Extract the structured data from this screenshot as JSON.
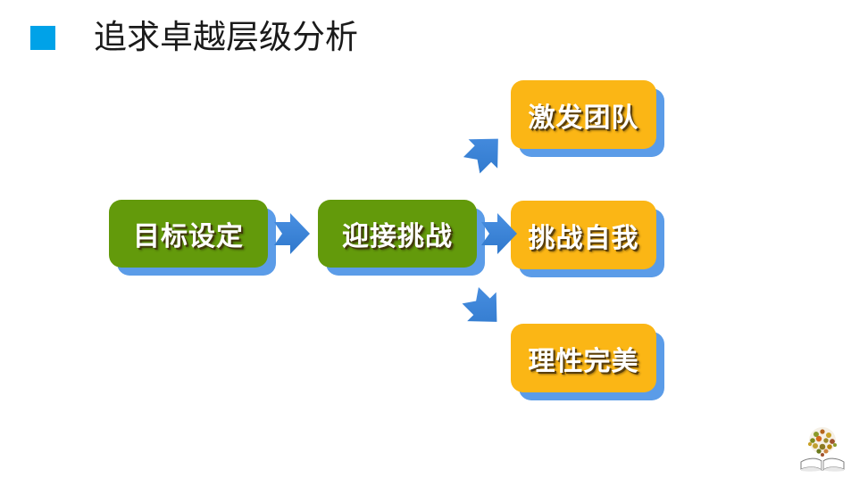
{
  "slide": {
    "title": "追求卓越层级分析",
    "bullet_icon": "square-bullet-icon",
    "background_color": "#ffffff"
  },
  "colors": {
    "title_bullet": "#00a2e8",
    "green_box": "#639a0b",
    "orange_box": "#fbb615",
    "box_shadow_blue": "#5b9ce8",
    "arrow_blue": "#2f7fd4",
    "arrow_blue_light": "#4a90e2",
    "text_white": "#ffffff",
    "title_text": "#1a1a1a"
  },
  "diagram": {
    "type": "process-flow",
    "nodes": [
      {
        "id": "goal",
        "label": "目标设定",
        "color": "green",
        "column": 1,
        "row": "middle"
      },
      {
        "id": "challenge",
        "label": "迎接挑战",
        "color": "green",
        "column": 2,
        "row": "middle"
      },
      {
        "id": "team",
        "label": "激发团队",
        "color": "orange",
        "column": 3,
        "row": "top"
      },
      {
        "id": "self",
        "label": "挑战自我",
        "color": "orange",
        "column": 3,
        "row": "middle"
      },
      {
        "id": "perfect",
        "label": "理性完美",
        "color": "orange",
        "column": 3,
        "row": "bottom"
      }
    ],
    "arrows": [
      {
        "id": "arrow-1",
        "from": "goal",
        "to": "challenge",
        "direction": "right"
      },
      {
        "id": "arrow-2",
        "from": "challenge",
        "to": "self",
        "direction": "right"
      },
      {
        "id": "arrow-up",
        "from": "challenge",
        "to": "team",
        "direction": "up-right"
      },
      {
        "id": "arrow-down",
        "from": "challenge",
        "to": "perfect",
        "direction": "down-right"
      }
    ]
  },
  "footer": {
    "logo_icon": "book-tree-logo-icon"
  }
}
